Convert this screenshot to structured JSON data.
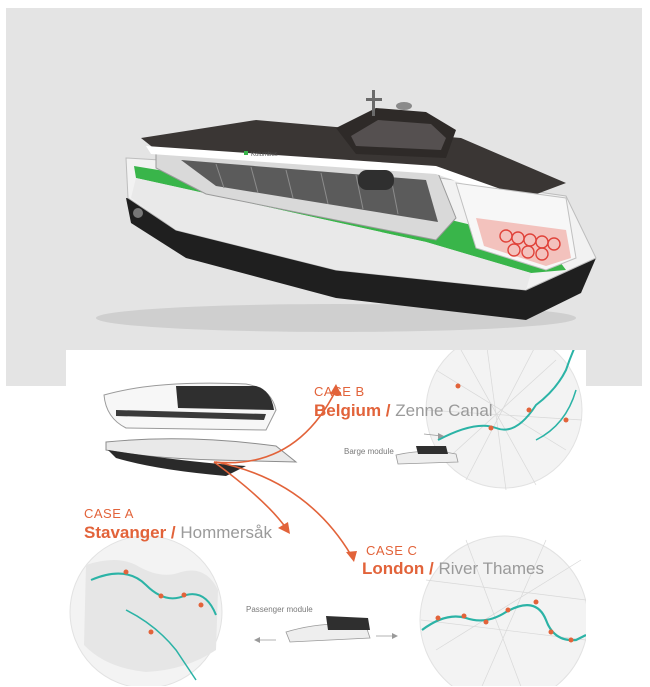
{
  "top_render": {
    "hull_brand": "Kolumbus",
    "stripe_color": "#39b54a",
    "cargo_color": "#e0433a"
  },
  "cases": {
    "a": {
      "prefix": "CASE A",
      "city": "Stavanger",
      "sep": " / ",
      "place": "Hommersåk"
    },
    "b": {
      "prefix": "CASE B",
      "city": "Belgium",
      "sep": " / ",
      "place": "Zenne Canal"
    },
    "c": {
      "prefix": "CASE C",
      "city": "London",
      "sep": " / ",
      "place": "River Thames"
    }
  },
  "modules": {
    "barge": "Barge module",
    "passenger": "Passenger module"
  },
  "accent_color": "#e2633a",
  "river_color": "#2bb3a6"
}
